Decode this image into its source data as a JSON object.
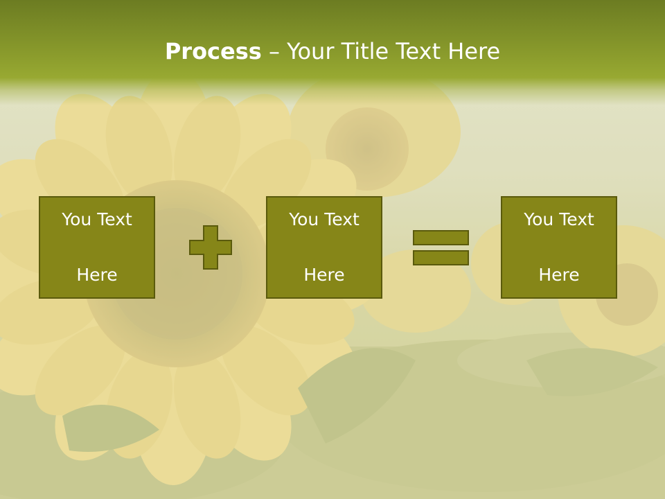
{
  "slide": {
    "title_bold": "Process",
    "title_rest": " – Your Title Text Here"
  },
  "process": {
    "steps": [
      {
        "line1": "You Text",
        "line2": "Here"
      },
      {
        "line1": "You Text",
        "line2": "Here"
      },
      {
        "line1": "You Text",
        "line2": "Here"
      }
    ],
    "operators": [
      "plus",
      "equals"
    ]
  },
  "colors": {
    "title_bar": "#86972b",
    "box_fill": "#868618",
    "box_border": "#5a5a0c",
    "text": "#ffffff"
  },
  "icons": {
    "plus": "plus-icon",
    "equals": "equals-icon"
  }
}
